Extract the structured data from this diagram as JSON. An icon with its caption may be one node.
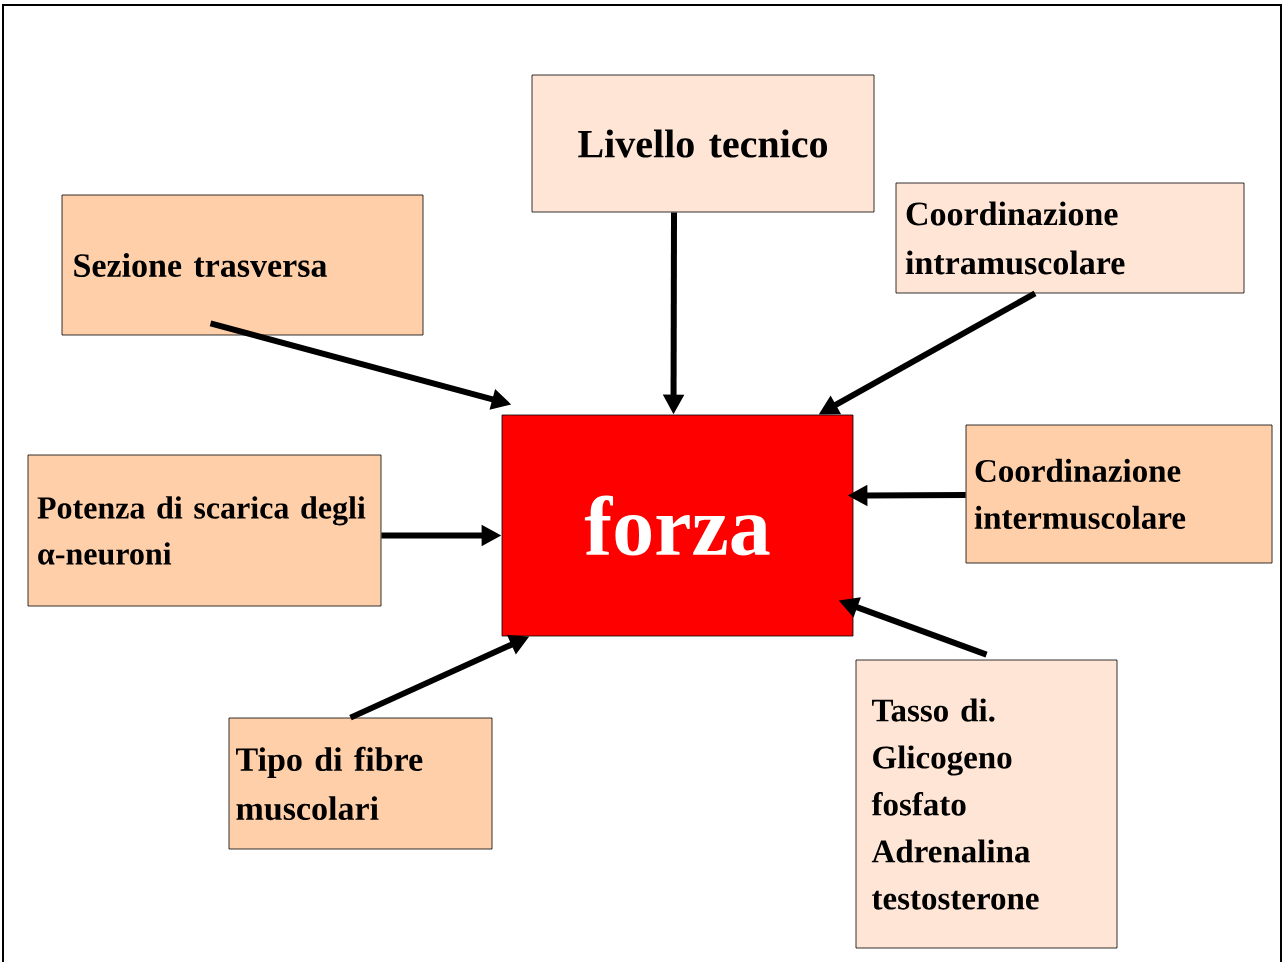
{
  "diagram": {
    "nodes": [
      {
        "text": [
          "Livello tecnico"
        ]
      },
      {
        "text": [
          "Sezione trasversa"
        ]
      },
      {
        "text": [
          "Coordinazione intramuscolare"
        ]
      },
      {
        "text": [
          "forza"
        ]
      },
      {
        "text": [
          "Potenza di scarica degli α-neuroni"
        ]
      },
      {
        "text": [
          "Coordinazione intermuscolare"
        ]
      },
      {
        "text": [
          "Tipo di fibre muscolari"
        ]
      },
      {
        "text": [
          "Tasso di. Glicogeno fosfato Adrenalina testosterone"
        ]
      }
    ],
    "edges": [
      {
        "from": 0,
        "to": 3,
        "arrow": "to"
      },
      {
        "from": 1,
        "to": 3,
        "arrow": "to"
      },
      {
        "from": 2,
        "to": 3,
        "arrow": "to"
      },
      {
        "from": 5,
        "to": 3,
        "arrow": "to"
      },
      {
        "from": 4,
        "to": 3,
        "arrow": "to"
      },
      {
        "from": 6,
        "to": 3,
        "arrow": "to"
      },
      {
        "from": 7,
        "to": 3,
        "arrow": "to"
      }
    ]
  }
}
